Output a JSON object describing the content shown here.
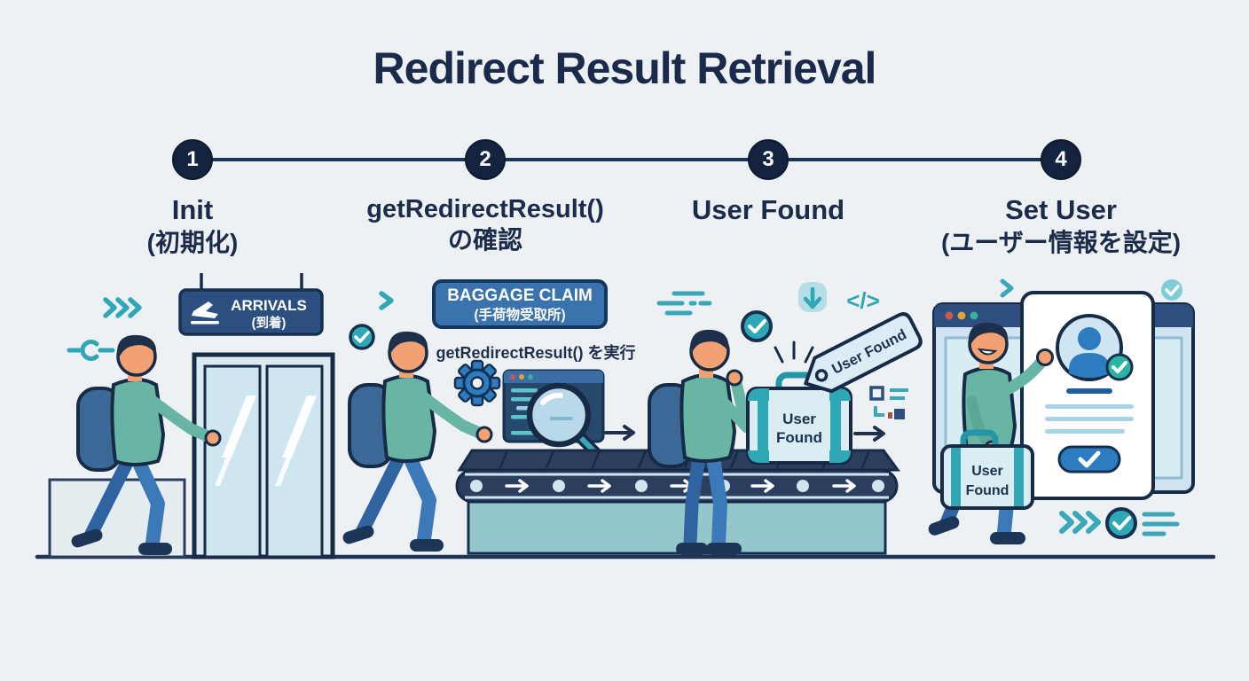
{
  "title": "Redirect Result Retrieval",
  "colors": {
    "background": "#edf1f3",
    "navy": "#1b2a4a",
    "teal_accent": "#2fa7b4",
    "sign_blue": "#2d4f80",
    "baggage_blue": "#3a72ae",
    "belt_navy": "#2c3e5e",
    "belt_body_teal": "#93c7cb",
    "accent_blue": "#2d7cc2"
  },
  "steps": [
    {
      "number": "1",
      "label": "Init",
      "sublabel": "(初期化)"
    },
    {
      "number": "2",
      "label": "getRedirectResult()",
      "sublabel": "の確認"
    },
    {
      "number": "3",
      "label": "User Found",
      "sublabel": ""
    },
    {
      "number": "4",
      "label": "Set User",
      "sublabel": "(ユーザー情報を設定)"
    }
  ],
  "scene": {
    "arrivals_sign": {
      "title": "ARRIVALS",
      "subtitle": "(到着)"
    },
    "baggage_sign": {
      "title": "BAGGAGE CLAIM",
      "subtitle": "(手荷物受取所)"
    },
    "code_caption": "getRedirectResult() を実行",
    "luggage_tag_label": "User Found",
    "belt_suitcase": {
      "line1": "User",
      "line2": "Found"
    },
    "carried_suitcase": {
      "line1": "User",
      "line2": "Found"
    },
    "code_tag_glyph": "</>"
  }
}
